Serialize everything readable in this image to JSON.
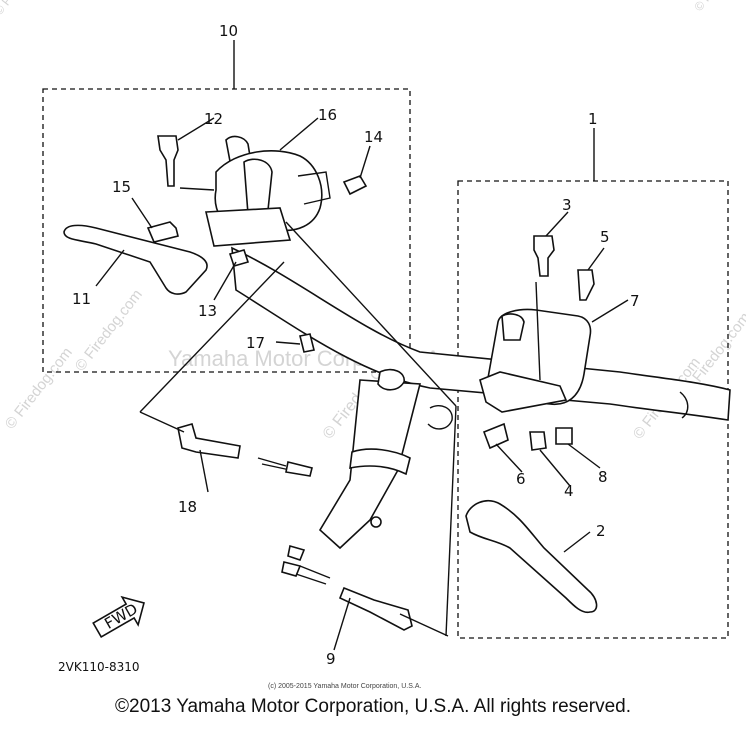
{
  "callouts": {
    "c1": "1",
    "c2": "2",
    "c3": "3",
    "c4": "4",
    "c5": "5",
    "c6": "6",
    "c7": "7",
    "c8": "8",
    "c9": "9",
    "c10": "10",
    "c11": "11",
    "c12": "12",
    "c13": "13",
    "c14": "14",
    "c15": "15",
    "c16": "16",
    "c17": "17",
    "c18": "18"
  },
  "fwd_label": "FWD",
  "part_code": "2VK110-8310",
  "watermarks": {
    "center_text": "Yamaha Motor Corp., U.S.A.",
    "firedog_text": "© Firedog.com"
  },
  "small_copyright": "(c) 2005-2015 Yamaha Motor Corporation, U.S.A.",
  "footer_copyright": "©2013 Yamaha Motor Corporation, U.S.A. All rights reserved.",
  "colors": {
    "line": "#111111",
    "watermark": "#d4d4d4",
    "background": "#ffffff"
  }
}
